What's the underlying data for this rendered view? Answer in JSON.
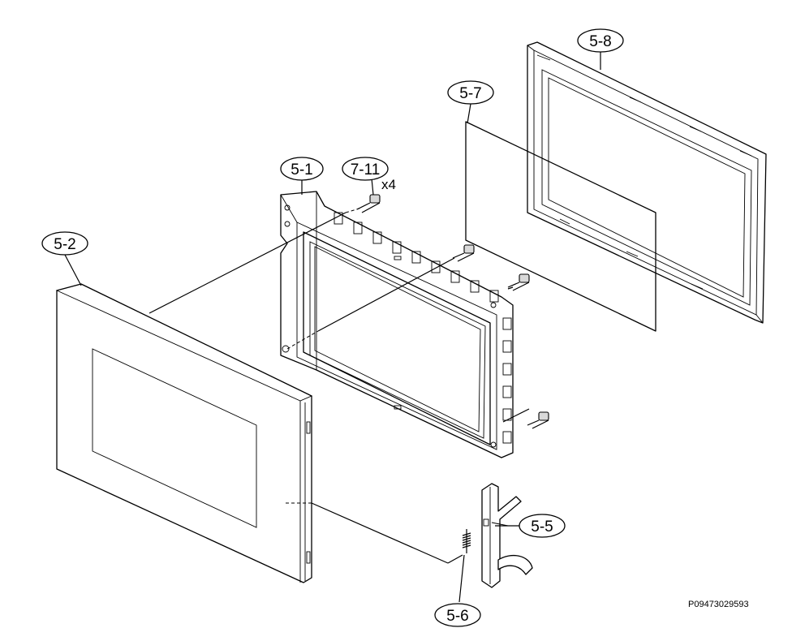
{
  "diagram": {
    "reference_code": "P09473029593",
    "labels": {
      "door_frame": "5-1",
      "door_panel": "5-2",
      "latch_hook": "5-5",
      "latch_spring": "5-6",
      "glass_sheet": "5-7",
      "choke_cover": "5-8",
      "screw": "7-11"
    },
    "screw_quantity": "x4"
  }
}
